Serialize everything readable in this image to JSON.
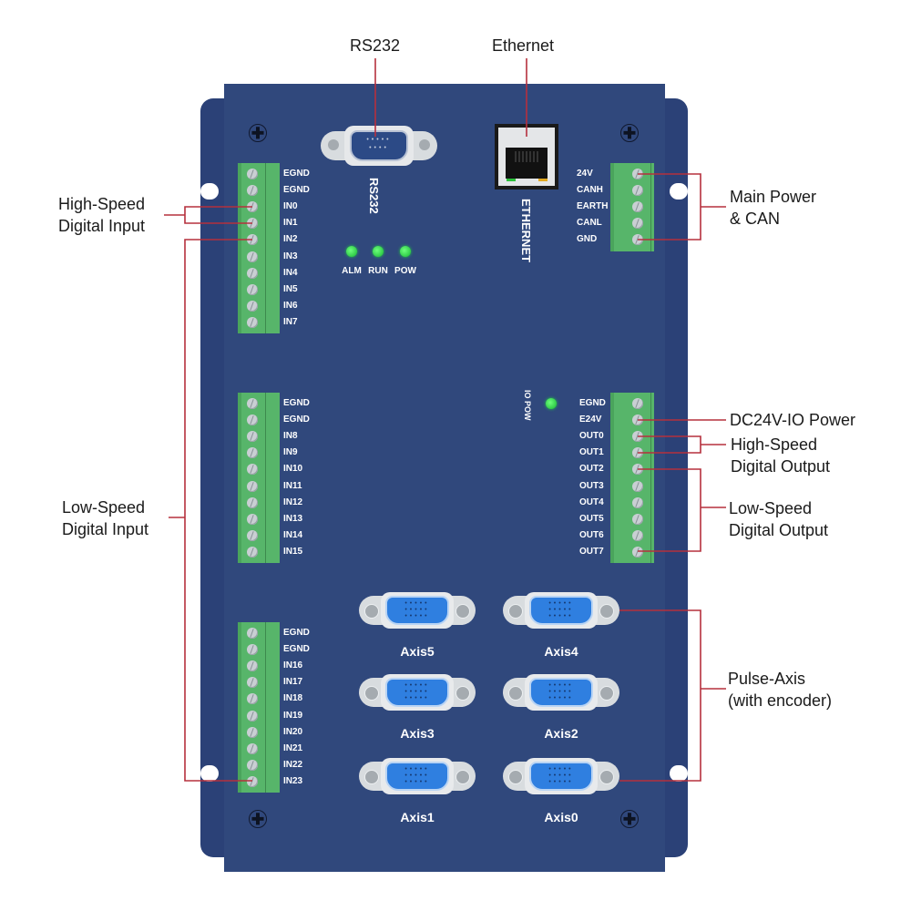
{
  "title_labels": {
    "rs232": "RS232",
    "ethernet": "Ethernet"
  },
  "device": {
    "panel_color": "#30487c",
    "flange_color": "#2b4177",
    "terminal_color": "#57b56a",
    "callout_line_color": "#b5303d",
    "rs232_port_label": "RS232",
    "ethernet_port_label": "ETHERNET",
    "io_pow_label": "IO POW",
    "status_leds": [
      {
        "label": "ALM"
      },
      {
        "label": "RUN"
      },
      {
        "label": "POW"
      }
    ],
    "terminal_blocks": {
      "input_a": [
        "EGND",
        "EGND",
        "IN0",
        "IN1",
        "IN2",
        "IN3",
        "IN4",
        "IN5",
        "IN6",
        "IN7"
      ],
      "input_b": [
        "EGND",
        "EGND",
        "IN8",
        "IN9",
        "IN10",
        "IN11",
        "IN12",
        "IN13",
        "IN14",
        "IN15"
      ],
      "input_c": [
        "EGND",
        "EGND",
        "IN16",
        "IN17",
        "IN18",
        "IN19",
        "IN20",
        "IN21",
        "IN22",
        "IN23"
      ],
      "power_can": [
        "24V",
        "CANH",
        "EARTH",
        "CANL",
        "GND"
      ],
      "output": [
        "EGND",
        "E24V",
        "OUT0",
        "OUT1",
        "OUT2",
        "OUT3",
        "OUT4",
        "OUT5",
        "OUT6",
        "OUT7"
      ]
    },
    "axis_ports": [
      "Axis5",
      "Axis4",
      "Axis3",
      "Axis2",
      "Axis1",
      "Axis0"
    ]
  },
  "callouts": {
    "high_speed_input": [
      "High-Speed",
      "Digital Input"
    ],
    "low_speed_input": [
      "Low-Speed",
      "Digital Input"
    ],
    "main_power_can": [
      "Main Power",
      "& CAN"
    ],
    "dc24v_io_power": [
      "DC24V-IO Power"
    ],
    "high_speed_output": [
      "High-Speed",
      "Digital Output"
    ],
    "low_speed_output": [
      "Low-Speed",
      "Digital Output"
    ],
    "pulse_axis": [
      "Pulse-Axis",
      "(with encoder)"
    ]
  }
}
